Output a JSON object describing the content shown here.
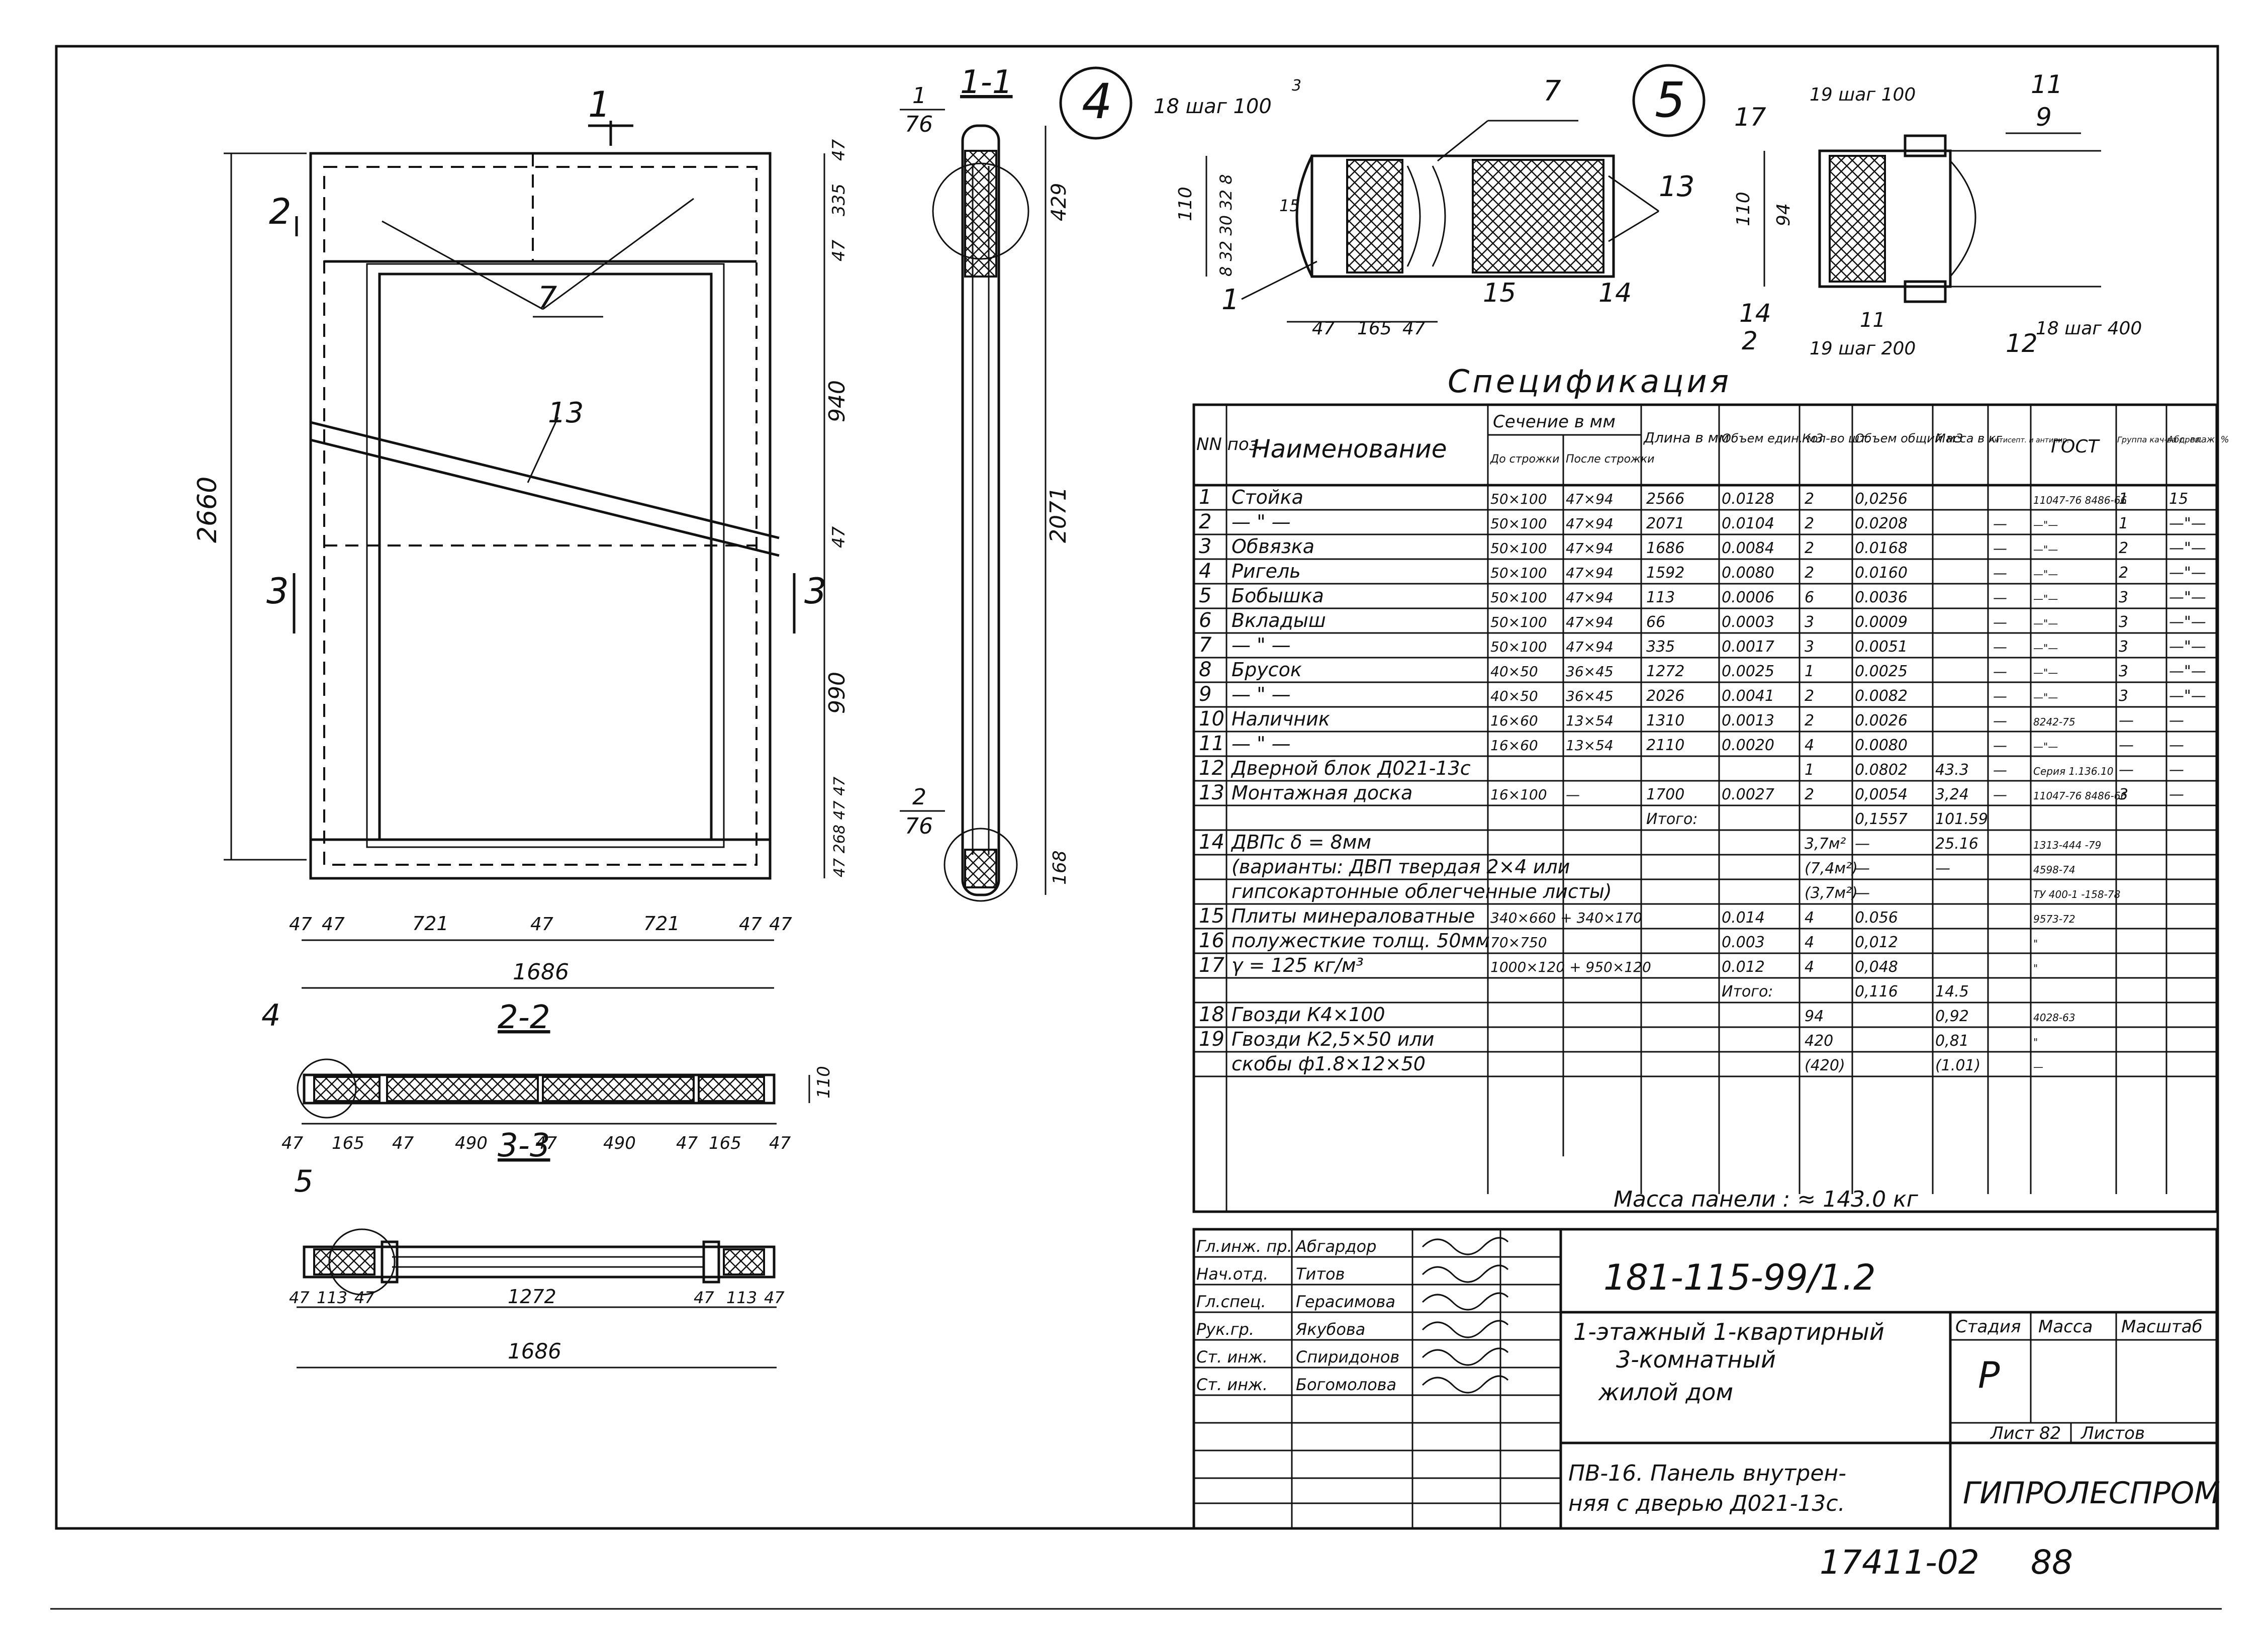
{
  "spec_title": "Спецификация",
  "spec_headers": {
    "nn": "NN поз.",
    "name": "Наименование",
    "section": "Сечение в мм",
    "before": "До строжки",
    "after": "После строжки",
    "length": "Длина в мм",
    "vol_unit": "Объем един. м3",
    "qty": "Кол-во шт.",
    "vol_total": "Объем общий м3",
    "mass": "Масса в кг",
    "antisep": "Антисепт. и антипир.",
    "gost": "ГОСТ",
    "group": "Группа кач-ва древ.",
    "moist": "Абс. влаж. %"
  },
  "spec_rows": [
    {
      "n": "1",
      "name": "Стойка",
      "before": "50×100",
      "after": "47×94",
      "len": "2566",
      "vu": "0.0128",
      "q": "2",
      "vt": "0,0256",
      "m": "",
      "a": "",
      "g": "11047-76 8486-66",
      "gr": "1",
      "w": "15"
    },
    {
      "n": "2",
      "name": "— \" —",
      "before": "50×100",
      "after": "47×94",
      "len": "2071",
      "vu": "0.0104",
      "q": "2",
      "vt": "0.0208",
      "m": "",
      "a": "—",
      "g": "—\"—",
      "gr": "1",
      "w": "—\"—"
    },
    {
      "n": "3",
      "name": "Обвязка",
      "before": "50×100",
      "after": "47×94",
      "len": "1686",
      "vu": "0.0084",
      "q": "2",
      "vt": "0.0168",
      "m": "",
      "a": "—",
      "g": "—\"—",
      "gr": "2",
      "w": "—\"—"
    },
    {
      "n": "4",
      "name": "Ригель",
      "before": "50×100",
      "after": "47×94",
      "len": "1592",
      "vu": "0.0080",
      "q": "2",
      "vt": "0.0160",
      "m": "",
      "a": "—",
      "g": "—\"—",
      "gr": "2",
      "w": "—\"—"
    },
    {
      "n": "5",
      "name": "Бобышка",
      "before": "50×100",
      "after": "47×94",
      "len": "113",
      "vu": "0.0006",
      "q": "6",
      "vt": "0.0036",
      "m": "",
      "a": "—",
      "g": "—\"—",
      "gr": "3",
      "w": "—\"—"
    },
    {
      "n": "6",
      "name": "Вкладыш",
      "before": "50×100",
      "after": "47×94",
      "len": "66",
      "vu": "0.0003",
      "q": "3",
      "vt": "0.0009",
      "m": "",
      "a": "—",
      "g": "—\"—",
      "gr": "3",
      "w": "—\"—"
    },
    {
      "n": "7",
      "name": "— \" —",
      "before": "50×100",
      "after": "47×94",
      "len": "335",
      "vu": "0.0017",
      "q": "3",
      "vt": "0.0051",
      "m": "",
      "a": "—",
      "g": "—\"—",
      "gr": "3",
      "w": "—\"—"
    },
    {
      "n": "8",
      "name": "Брусок",
      "before": "40×50",
      "after": "36×45",
      "len": "1272",
      "vu": "0.0025",
      "q": "1",
      "vt": "0.0025",
      "m": "",
      "a": "—",
      "g": "—\"—",
      "gr": "3",
      "w": "—\"—"
    },
    {
      "n": "9",
      "name": "— \" —",
      "before": "40×50",
      "after": "36×45",
      "len": "2026",
      "vu": "0.0041",
      "q": "2",
      "vt": "0.0082",
      "m": "",
      "a": "—",
      "g": "—\"—",
      "gr": "3",
      "w": "—\"—"
    },
    {
      "n": "10",
      "name": "Наличник",
      "before": "16×60",
      "after": "13×54",
      "len": "1310",
      "vu": "0.0013",
      "q": "2",
      "vt": "0.0026",
      "m": "",
      "a": "—",
      "g": "8242-75",
      "gr": "—",
      "w": "—"
    },
    {
      "n": "11",
      "name": "— \" —",
      "before": "16×60",
      "after": "13×54",
      "len": "2110",
      "vu": "0.0020",
      "q": "4",
      "vt": "0.0080",
      "m": "",
      "a": "—",
      "g": "—\"—",
      "gr": "—",
      "w": "—"
    },
    {
      "n": "12",
      "name": "Дверной блок Д021-13с",
      "before": "",
      "after": "",
      "len": "",
      "vu": "",
      "q": "1",
      "vt": "0.0802",
      "m": "43.3",
      "a": "—",
      "g": "Серия 1.136.10",
      "gr": "—",
      "w": "—"
    },
    {
      "n": "13",
      "name": "Монтажная доска",
      "before": "16×100",
      "after": "—",
      "len": "1700",
      "vu": "0.0027",
      "q": "2",
      "vt": "0,0054",
      "m": "3,24",
      "a": "—",
      "g": "11047-76 8486-66",
      "gr": "3",
      "w": "—"
    },
    {
      "n": "",
      "name": "",
      "before": "",
      "after": "",
      "len": "Итого:",
      "vu": "",
      "q": "",
      "vt": "0,1557",
      "m": "101.59",
      "a": "",
      "g": "",
      "gr": "",
      "w": ""
    },
    {
      "n": "14",
      "name": "ДВПс δ = 8мм",
      "before": "",
      "after": "",
      "len": "",
      "vu": "",
      "q": "3,7м²",
      "vt": "—",
      "m": "25.16",
      "a": "",
      "g": "1313-444 -79",
      "gr": "",
      "w": ""
    },
    {
      "n": "",
      "name": "(варианты: ДВП твердая 2×4 или",
      "before": "",
      "after": "",
      "len": "",
      "vu": "",
      "q": "(7,4м²)",
      "vt": "—",
      "m": "—",
      "a": "",
      "g": "4598-74",
      "gr": "",
      "w": ""
    },
    {
      "n": "",
      "name": "гипсокартонные облегченные листы)",
      "before": "",
      "after": "",
      "len": "",
      "vu": "",
      "q": "(3,7м²)",
      "vt": "—",
      "m": "",
      "a": "",
      "g": "ТУ 400-1 -158-78",
      "gr": "",
      "w": ""
    },
    {
      "n": "15",
      "name": "Плиты минераловатные",
      "before": "340×660 + 340×170",
      "after": "",
      "len": "",
      "vu": "0.014",
      "q": "4",
      "vt": "0.056",
      "m": "",
      "a": "",
      "g": "9573-72",
      "gr": "",
      "w": ""
    },
    {
      "n": "16",
      "name": "полужесткие толщ. 50мм",
      "before": "70×750",
      "after": "",
      "len": "",
      "vu": "0.003",
      "q": "4",
      "vt": "0,012",
      "m": "",
      "a": "",
      "g": "\"",
      "gr": "",
      "w": ""
    },
    {
      "n": "17",
      "name": "γ = 125 кг/м³",
      "before": "1000×120 + 950×120",
      "after": "",
      "len": "",
      "vu": "0.012",
      "q": "4",
      "vt": "0,048",
      "m": "",
      "a": "",
      "g": "\"",
      "gr": "",
      "w": ""
    },
    {
      "n": "",
      "name": "",
      "before": "",
      "after": "",
      "len": "",
      "vu": "Итого:",
      "q": "",
      "vt": "0,116",
      "m": "14.5",
      "a": "",
      "g": "",
      "gr": "",
      "w": ""
    },
    {
      "n": "18",
      "name": "Гвозди К4×100",
      "before": "",
      "after": "",
      "len": "",
      "vu": "",
      "q": "94",
      "vt": "",
      "m": "0,92",
      "a": "",
      "g": "4028-63",
      "gr": "",
      "w": ""
    },
    {
      "n": "19",
      "name": "Гвозди К2,5×50 или",
      "before": "",
      "after": "",
      "len": "",
      "vu": "",
      "q": "420",
      "vt": "",
      "m": "0,81",
      "a": "",
      "g": "\"",
      "gr": "",
      "w": ""
    },
    {
      "n": "",
      "name": "скобы ф1.8×12×50",
      "before": "",
      "after": "",
      "len": "",
      "vu": "",
      "q": "(420)",
      "vt": "",
      "m": "(1.01)",
      "a": "",
      "g": "—",
      "gr": "",
      "w": ""
    }
  ],
  "spec_mass": "Масса панели : ≈ 143.0 кг",
  "title_block": {
    "roles": [
      "Гл.инж. пр.",
      "Нач.отд.",
      "Гл.спец.",
      "Рук.гр.",
      "Ст. инж.",
      "Ст. инж."
    ],
    "names": [
      "Абгардор",
      "Титов",
      "Герасимова",
      "Якубова",
      "Спиридонов",
      "Богомолова"
    ],
    "doc_code": "181-115-99/1.2",
    "project_l1": "1-этажный 1-квартирный",
    "project_l2": "3-комнатный",
    "project_l3": "жилой дом",
    "stage_h": "Стадия",
    "mass_h": "Масса",
    "scale_h": "Масштаб",
    "stage_v": "Р",
    "sheet_label": "Лист 82",
    "sheets_label": "Листов",
    "sheet_name_l1": "ПВ-16. Панель внутрен-",
    "sheet_name_l2": "няя с дверью Д021-13с.",
    "org": "ГИПРОЛЕСПРОМ"
  },
  "footer_code": "17411-02",
  "footer_page": "88",
  "drawing": {
    "sec11": "1-1",
    "sec22": "2-2",
    "sec33": "3-3",
    "callout1": "1",
    "callout76a": "76",
    "callout2": "2",
    "callout76b": "76",
    "cut1": "1",
    "cut2": "2",
    "cut3": "3",
    "leader7": "7",
    "leader13": "13",
    "dim2660": "2660",
    "dim_top": "47",
    "dim335": "335",
    "dim47b": "47",
    "dim940": "940",
    "dim47c": "47",
    "dim990": "990",
    "dim_bot": "47 268 47 47",
    "dim429": "429",
    "dim2071": "2071",
    "dim168": "168",
    "w47a": "47",
    "w47b": "47",
    "w721a": "721",
    "w47c": "47",
    "w721b": "721",
    "w47d": "47",
    "w47e": "47",
    "w1686": "1686",
    "s22_4": "4",
    "s22_47a": "47",
    "s22_165a": "165",
    "s22_47b": "47",
    "s22_490a": "490",
    "s22_47c": "47",
    "s22_490b": "490",
    "s22_47d": "47",
    "s22_165b": "165",
    "s22_47e": "47",
    "s22_110": "110",
    "s33_5": "5",
    "s33_47a": "47",
    "s33_113a": "113",
    "s33_47b": "47",
    "s33_1272": "1272",
    "s33_47c": "47",
    "s33_113b": "113",
    "s33_47d": "47",
    "s33_1686": "1686",
    "n4": "4",
    "n4_18": "18 шаг 100",
    "n4_3": "3",
    "n4_7": "7",
    "n4_13": "13",
    "n4_110": "110",
    "n4_stack": "8 32 30 32 8",
    "n4_15": "15",
    "n4_1": "1",
    "n4_15b": "15",
    "n4_14": "14",
    "n4_47a": "47",
    "n4_165": "165",
    "n4_47b": "47",
    "n5": "5",
    "n5_19a": "19 шаг 100",
    "n5_17": "17",
    "n5_11": "11",
    "n5_9": "9",
    "n5_110": "110",
    "n5_94": "94",
    "n5_14": "14",
    "n5_2": "2",
    "n5_11b": "11",
    "n5_19b": "19 шаг 200",
    "n5_18": "18 шаг 400",
    "n5_12": "12"
  }
}
